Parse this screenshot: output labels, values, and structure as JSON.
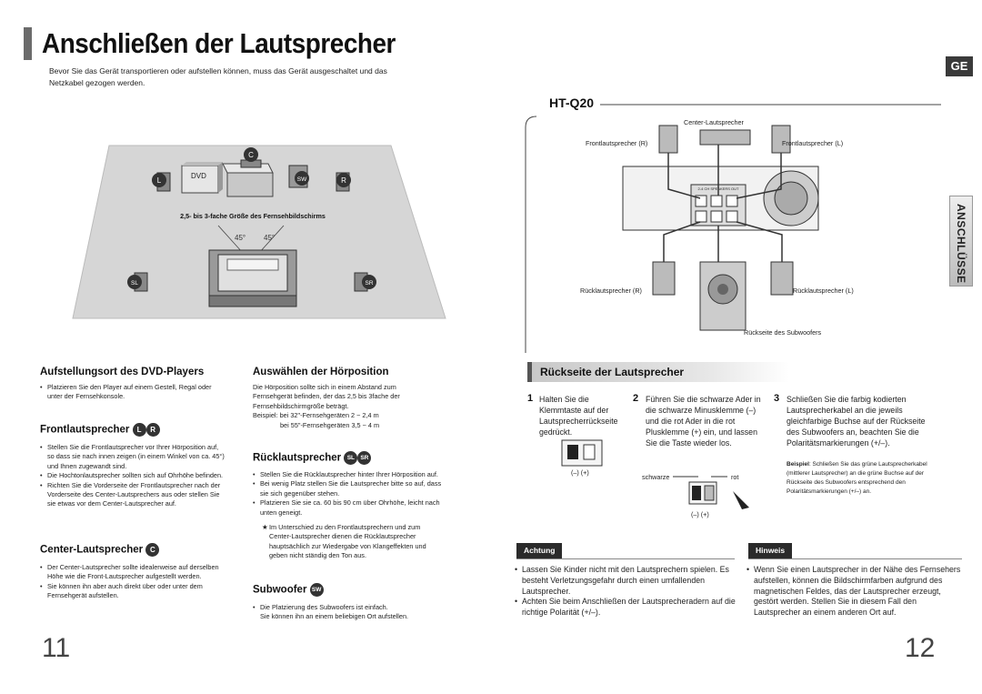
{
  "page": {
    "title": "Anschließen der Lautsprecher",
    "intro": "Bevor Sie das Gerät transportieren oder aufstellen können, muss das Gerät ausgeschaltet und das Netzkabel gezogen werden.",
    "lang_badge": "GE",
    "side_tab": "ANSCHLÜSSE",
    "page_left": "11",
    "page_right": "12"
  },
  "room": {
    "dvd_label": "DVD",
    "distance_label": "2,5- bis 3-fache Größe des Fernsehbildschirms",
    "angle_left": "45°",
    "angle_right": "45°",
    "speakers": {
      "c": "C",
      "l": "L",
      "sw": "SW",
      "r": "R",
      "sl": "SL",
      "sr": "SR"
    }
  },
  "left_col": {
    "dvd_title": "Aufstellungsort des DVD-Players",
    "dvd_items": [
      "Platzieren Sie den Player auf einem Gestell, Regal oder unter der Fernsehkonsole."
    ],
    "front_title": "Frontlautsprecher",
    "front_badges": [
      "L",
      "R"
    ],
    "front_items": [
      "Stellen Sie die Frontlautsprecher vor Ihrer Hörposition auf, so dass sie nach innen zeigen (in einem Winkel von ca. 45°) und Ihnen zugewandt sind.",
      "Die Hochtonlautsprecher sollten sich auf Ohrhöhe befinden.",
      "Richten Sie die Vorderseite der Frontlautsprecher nach der Vorderseite des Center-Lautsprechers aus oder stellen Sie sie etwas vor dem Center-Lautsprecher auf."
    ],
    "center_title": "Center-Lautsprecher",
    "center_badge": "C",
    "center_items": [
      "Der Center-Lautsprecher sollte idealerweise auf derselben Höhe wie die Front-Lautsprecher aufgestellt werden.",
      "Sie können ihn aber auch direkt über oder unter dem Fernsehgerät aufstellen."
    ]
  },
  "mid_col": {
    "listen_title": "Auswählen der Hörposition",
    "listen_text": "Die Hörposition sollte sich in einem Abstand zum Fernsehgerät befinden, der das 2,5 bis 3fache der Fernsehbildschirmgröße beträgt.",
    "listen_ex1": "Beispiel: bei 32\"-Fernsehgeräten 2 ~ 2,4 m",
    "listen_ex2": "bei 55\"-Fernsehgeräten 3,5 ~ 4 m",
    "rear_title": "Rücklautsprecher",
    "rear_badges": [
      "SL",
      "SR"
    ],
    "rear_items": [
      "Stellen Sie die Rücklautsprecher hinter Ihrer Hörposition auf.",
      "Bei wenig Platz stellen Sie die Lautsprecher bitte so auf, dass sie sich gegenüber stehen.",
      "Platzieren Sie sie ca. 60 bis 90 cm über Ohrhöhe, leicht nach unten geneigt."
    ],
    "rear_note": "Im Unterschied zu den Frontlautsprechern und zum Center-Lautsprecher dienen die Rücklautsprecher hauptsächlich zur Wiedergabe von Klangeffekten und geben nicht ständig den Ton aus.",
    "sub_title": "Subwoofer",
    "sub_badge": "SW",
    "sub_items": [
      "Die Platzierung des Subwoofers ist einfach."
    ],
    "sub_extra": "Sie können ihn an einem beliebigen Ort aufstellen."
  },
  "right": {
    "model": "HT-Q20",
    "labels": {
      "center": "Center-Lautsprecher",
      "front_r": "Frontlautsprecher (R)",
      "front_l": "Frontlautsprecher (L)",
      "rear_r": "Rücklautsprecher (R)",
      "rear_l": "Rücklautsprecher (L)",
      "sub_back": "Rückseite des Subwoofers",
      "panel": "2-4 CH SPEAKERS OUT"
    },
    "section_title": "Rückseite der Lautsprecher",
    "steps": [
      {
        "n": "1",
        "text": "Halten Sie die Klemmtaste auf der Lautsprecherrückseite gedrückt."
      },
      {
        "n": "2",
        "text": "Führen Sie die schwarze Ader in die schwarze Minusklemme (–) und die rot Ader in die rot Plusklemme (+) ein, und lassen Sie die Taste wieder los."
      },
      {
        "n": "3",
        "text": "Schließen Sie die farbig kodierten Lautsprecherkabel an die jeweils gleichfarbige Buchse auf der Rückseite des Subwoofers an, beachten Sie die Polaritätsmarkierungen (+/–)."
      }
    ],
    "pol1": "(–) (+)",
    "pol2": "(–) (+)",
    "schwarze": "schwarze",
    "rot": "rot",
    "example_label": "Beispiel",
    "example_text": ": Schließen Sie das grüne Lautsprecherkabel (mittlerer Lautsprecher) an die grüne Buchse auf der Rückseite des Subwoofers entsprechend den Polaritätsmarkierungen (+/–) an.",
    "achtung": "Achtung",
    "achtung_items": [
      "Lassen Sie Kinder nicht mit den Lautsprechern spielen. Es besteht Verletzungsgefahr durch einen umfallenden Lautsprecher.",
      "Achten Sie beim Anschließen der Lautsprecheradern auf die richtige Polarität (+/–)."
    ],
    "hinweis": "Hinweis",
    "hinweis_items": [
      "Wenn Sie einen Lautsprecher in der Nähe des Fernsehers aufstellen, können die Bildschirmfarben aufgrund des magnetischen Feldes, das der Lautsprecher erzeugt, gestört werden. Stellen Sie in diesem Fall den Lautsprecher an einem anderen Ort auf."
    ]
  },
  "colors": {
    "dark": "#2b2b2b",
    "grey": "#6b6b6b",
    "room": "#d6d6d6"
  }
}
